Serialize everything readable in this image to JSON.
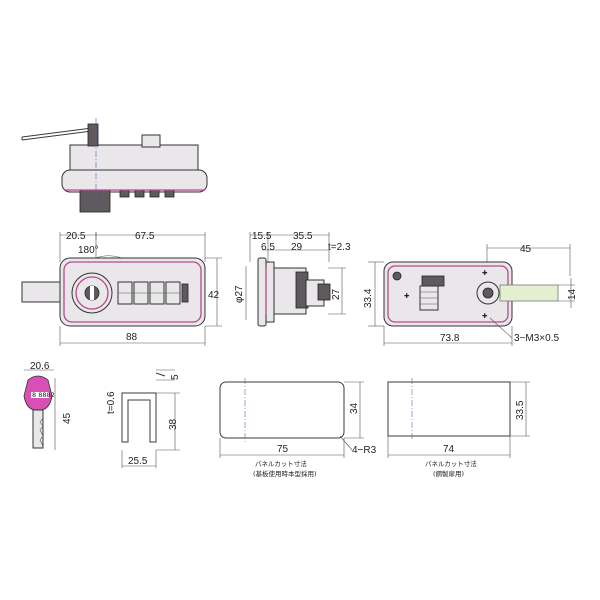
{
  "dimensions": {
    "front_left": "20.5",
    "front_top": "67.5",
    "front_angle": "180°",
    "front_height": "42",
    "front_width": "88",
    "side_top_a": "15.5",
    "side_top_b": "35.5",
    "side_mid_a": "6.5",
    "side_mid_b": "29",
    "side_thickness": "t=2.3",
    "side_diameter": "φ27",
    "side_height": "27",
    "back_top": "45",
    "back_height": "33.4",
    "back_right": "14",
    "back_width": "73.8",
    "back_screws": "3−M3×0.5",
    "key_width": "20.6",
    "key_height": "45",
    "bracket_thickness": "t=0.6",
    "bracket_top": "5",
    "bracket_height": "38",
    "bracket_width": "25.5",
    "cut1_height": "34",
    "cut1_width": "75",
    "cut1_radius": "4−R3",
    "cut2_height": "33.5",
    "cut2_width": "74"
  },
  "captions": {
    "cut1_title": "パネルカット寸法",
    "cut1_sub": "(基板使用時本型採用)",
    "cut2_title": "パネルカット寸法",
    "cut2_sub": "(鋼製扉用)"
  },
  "key_label": "8 8882"
}
